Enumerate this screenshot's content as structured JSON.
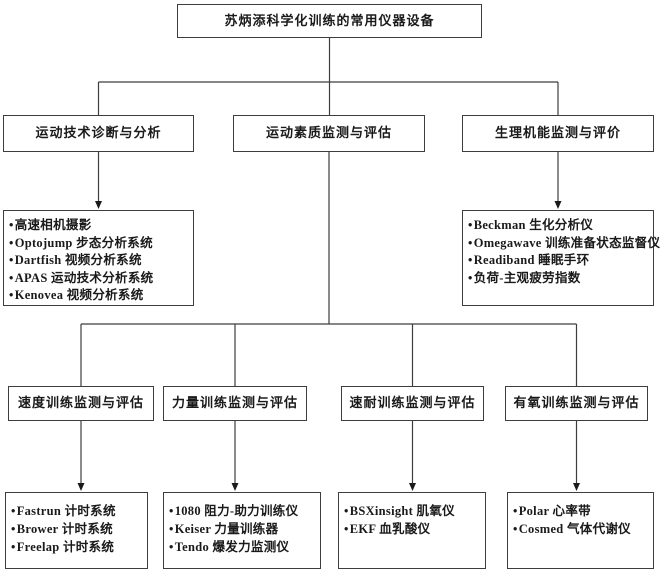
{
  "bullet": "•",
  "title": "苏炳添科学化训练的常用仪器设备",
  "level2": {
    "tech": {
      "label": "运动技术诊断与分析"
    },
    "quality": {
      "label": "运动素质监测与评估"
    },
    "physio": {
      "label": "生理机能监测与评价"
    }
  },
  "level3": {
    "speed": {
      "label": "速度训练监测与评估"
    },
    "strength": {
      "label": "力量训练监测与评估"
    },
    "speed_endurance": {
      "label": "速耐训练监测与评估"
    },
    "aerobic": {
      "label": "有氧训练监测与评估"
    }
  },
  "lists": {
    "tech": {
      "items": [
        "高速相机摄影",
        "Optojump 步态分析系统",
        "Dartfish 视频分析系统",
        "APAS 运动技术分析系统",
        "Kenovea 视频分析系统"
      ]
    },
    "physio": {
      "items": [
        "Beckman 生化分析仪",
        "Omegawave 训练准备状态监督仪",
        "Readiband 睡眠手环",
        "负荷-主观疲劳指数"
      ]
    },
    "speed": {
      "items": [
        "Fastrun 计时系统",
        "Brower 计时系统",
        "Freelap 计时系统"
      ]
    },
    "strength": {
      "items": [
        "1080 阻力-助力训练仪",
        "Keiser 力量训练器",
        "Tendo 爆发力监测仪"
      ]
    },
    "speed_endurance": {
      "items": [
        "BSXinsight 肌氧仪",
        "EKF 血乳酸仪"
      ]
    },
    "aerobic": {
      "items": [
        "Polar 心率带",
        "Cosmed 气体代谢仪"
      ]
    }
  },
  "colors": {
    "border": "#3d3d3d",
    "line": "#3d3d3d",
    "text": "#1a1a1a",
    "background": "#ffffff"
  }
}
